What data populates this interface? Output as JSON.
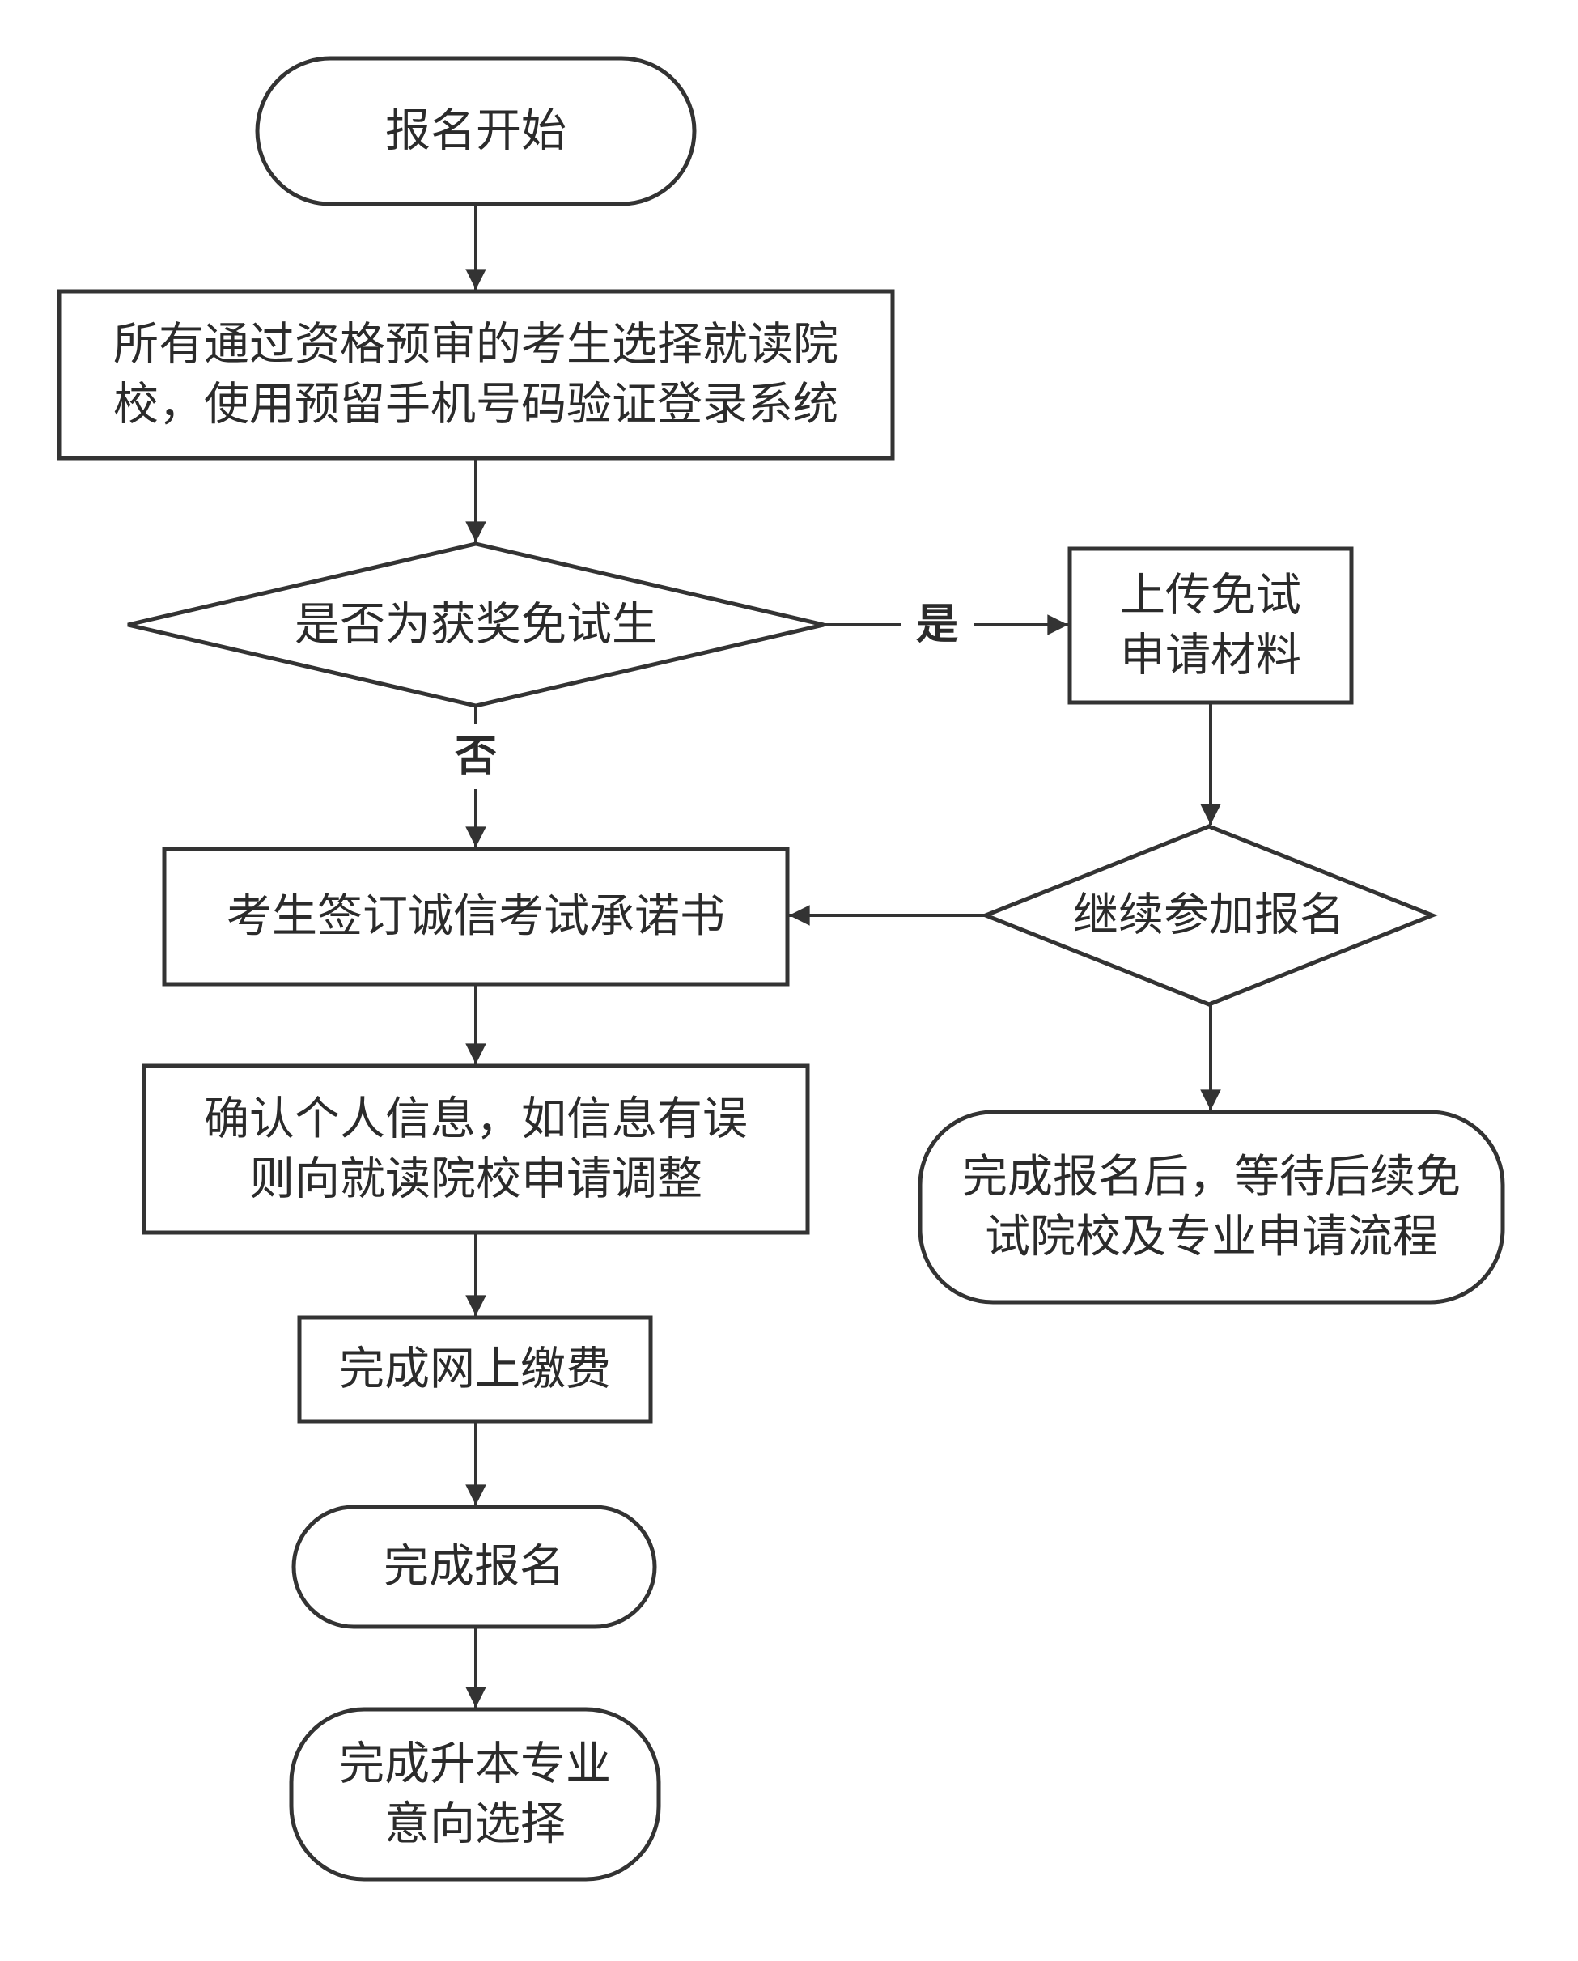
{
  "flowchart": {
    "nodes": [
      {
        "id": "start",
        "kind": "terminal",
        "lines": [
          "报名开始"
        ]
      },
      {
        "id": "login",
        "kind": "process",
        "lines": [
          "所有通过资格预审的考生选择就读院",
          "校，使用预留手机号码验证登录系统"
        ]
      },
      {
        "id": "award-check",
        "kind": "decision",
        "lines": [
          "是否为获奖免试生"
        ]
      },
      {
        "id": "upload",
        "kind": "process",
        "lines": [
          "上传免试",
          "申请材料"
        ]
      },
      {
        "id": "continue-check",
        "kind": "decision",
        "lines": [
          "继续参加报名"
        ]
      },
      {
        "id": "pledge",
        "kind": "process",
        "lines": [
          "考生签订诚信考试承诺书"
        ]
      },
      {
        "id": "confirm-info",
        "kind": "process",
        "lines": [
          "确认个人信息，如信息有误",
          "则向就读院校申请调整"
        ]
      },
      {
        "id": "waiting",
        "kind": "terminal",
        "lines": [
          "完成报名后，等待后续免",
          "试院校及专业申请流程"
        ]
      },
      {
        "id": "payment",
        "kind": "process",
        "lines": [
          "完成网上缴费"
        ]
      },
      {
        "id": "done",
        "kind": "terminal",
        "lines": [
          "完成报名"
        ]
      },
      {
        "id": "major-choice",
        "kind": "terminal",
        "lines": [
          "完成升本专业",
          "意向选择"
        ]
      }
    ],
    "edges": [
      {
        "from": "start",
        "to": "login",
        "label": ""
      },
      {
        "from": "login",
        "to": "award-check",
        "label": ""
      },
      {
        "from": "award-check",
        "to": "upload",
        "label": "是"
      },
      {
        "from": "award-check",
        "to": "pledge",
        "label": "否"
      },
      {
        "from": "upload",
        "to": "continue-check",
        "label": ""
      },
      {
        "from": "continue-check",
        "to": "pledge",
        "label": ""
      },
      {
        "from": "continue-check",
        "to": "waiting",
        "label": ""
      },
      {
        "from": "pledge",
        "to": "confirm-info",
        "label": ""
      },
      {
        "from": "confirm-info",
        "to": "payment",
        "label": ""
      },
      {
        "from": "payment",
        "to": "done",
        "label": ""
      },
      {
        "from": "done",
        "to": "major-choice",
        "label": ""
      }
    ]
  }
}
